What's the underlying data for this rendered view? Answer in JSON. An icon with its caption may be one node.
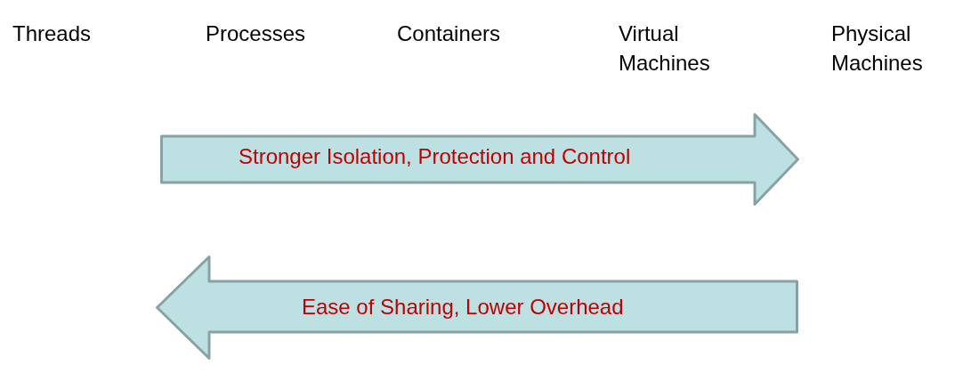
{
  "diagram": {
    "nodes": [
      {
        "text": [
          "Stronger Isolation, Protection and Control"
        ]
      },
      {
        "text": [
          "Ease of Sharing, Lower Overhead"
        ]
      }
    ],
    "labels": [
      "Threads",
      "Processes",
      "Containers",
      "Virtual Machines",
      "Physical Machines"
    ]
  }
}
